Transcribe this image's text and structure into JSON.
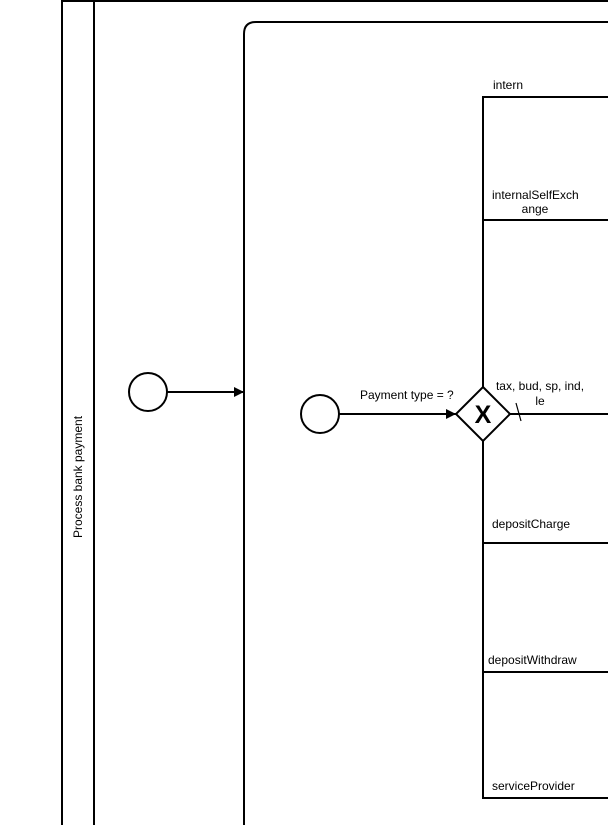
{
  "pool": {
    "label": "Process bank payment"
  },
  "gateway": {
    "question": "Payment type = ?",
    "symbol": "X"
  },
  "branches": {
    "intern": "intern",
    "internal_self_exchange_line1": "internalSelfExch",
    "internal_self_exchange_line2": "ange",
    "tax_line1": "tax, bud, sp, ind,",
    "tax_line2": "le",
    "deposit_charge": "depositCharge",
    "deposit_withdraw": "depositWithdraw",
    "service_provider": "serviceProvider"
  },
  "colors": {
    "stroke": "#000000",
    "fill": "#ffffff"
  }
}
